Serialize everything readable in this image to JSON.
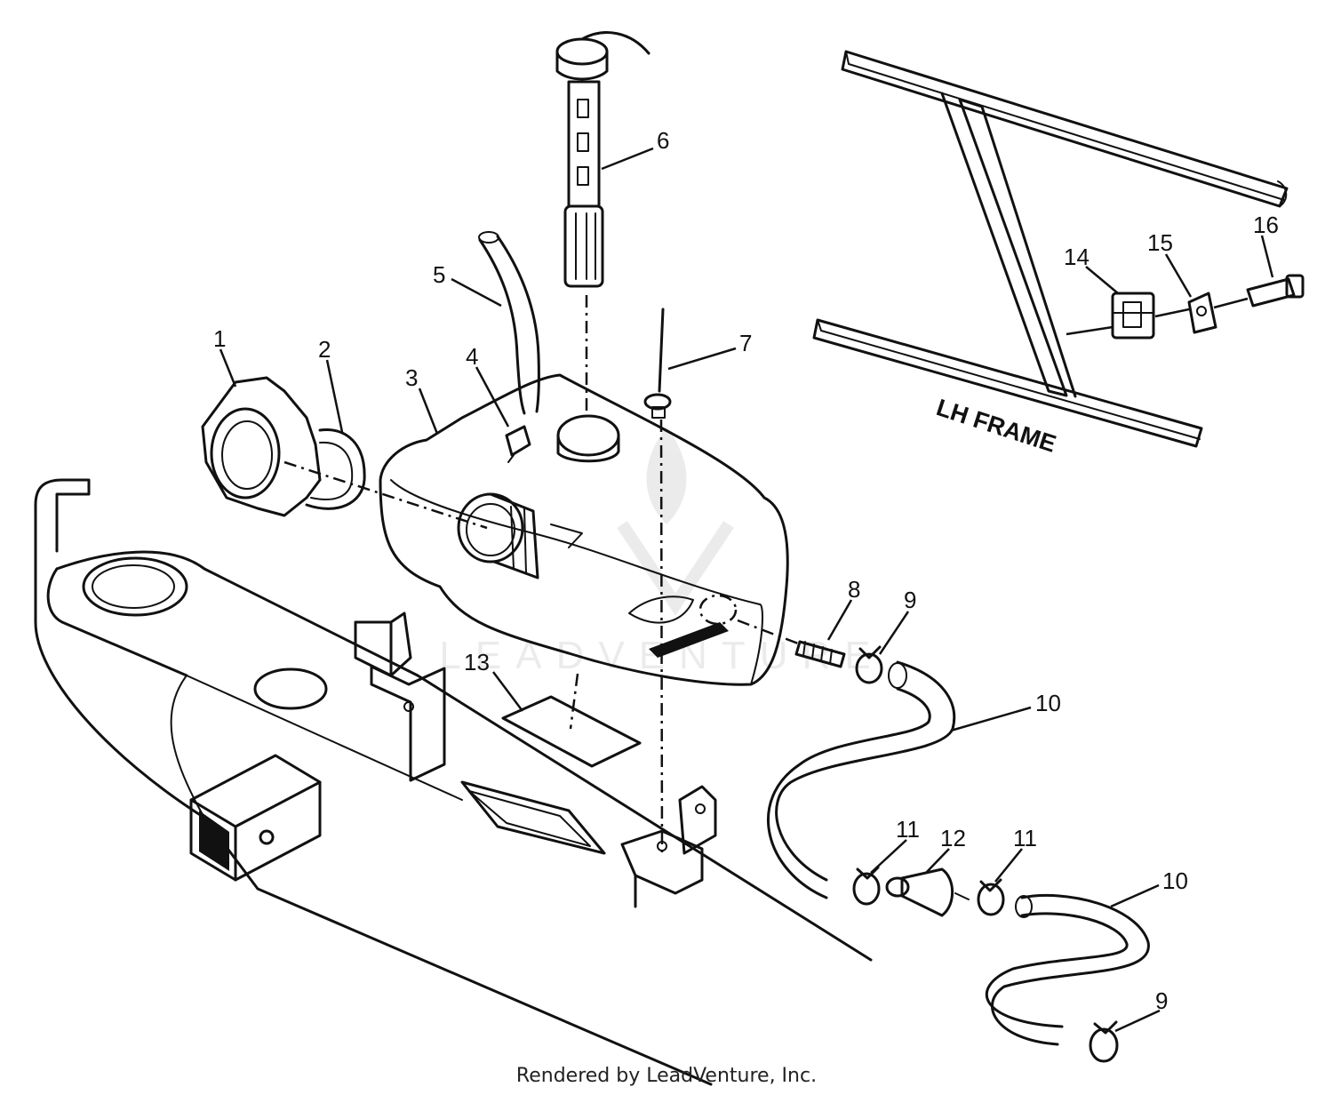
{
  "callouts": [
    {
      "id": "callout-1",
      "label": "1"
    },
    {
      "id": "callout-2",
      "label": "2"
    },
    {
      "id": "callout-3",
      "label": "3"
    },
    {
      "id": "callout-4",
      "label": "4"
    },
    {
      "id": "callout-5",
      "label": "5"
    },
    {
      "id": "callout-6",
      "label": "6"
    },
    {
      "id": "callout-7",
      "label": "7"
    },
    {
      "id": "callout-8",
      "label": "8"
    },
    {
      "id": "callout-9a",
      "label": "9"
    },
    {
      "id": "callout-9b",
      "label": "9"
    },
    {
      "id": "callout-10a",
      "label": "10"
    },
    {
      "id": "callout-10b",
      "label": "10"
    },
    {
      "id": "callout-11a",
      "label": "11"
    },
    {
      "id": "callout-11b",
      "label": "11"
    },
    {
      "id": "callout-12",
      "label": "12"
    },
    {
      "id": "callout-13",
      "label": "13"
    },
    {
      "id": "callout-14",
      "label": "14"
    },
    {
      "id": "callout-15",
      "label": "15"
    },
    {
      "id": "callout-16",
      "label": "16"
    }
  ],
  "frame_label": "LH FRAME",
  "watermark": "LEADVENTURE",
  "footer": "Rendered by LeadVenture, Inc."
}
